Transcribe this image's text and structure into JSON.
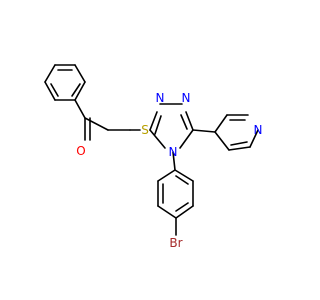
{
  "atoms": {
    "O": "O",
    "S": "S",
    "N_triazole_a": "N",
    "N_triazole_b": "N",
    "N_triazole_c": "N",
    "N_pyridine": "N",
    "Br": "Br"
  },
  "colors": {
    "bond": "#000000",
    "O": "#ff0000",
    "S": "#b8a000",
    "N": "#0000ff",
    "Br": "#a52a2a",
    "background": "#ffffff"
  }
}
